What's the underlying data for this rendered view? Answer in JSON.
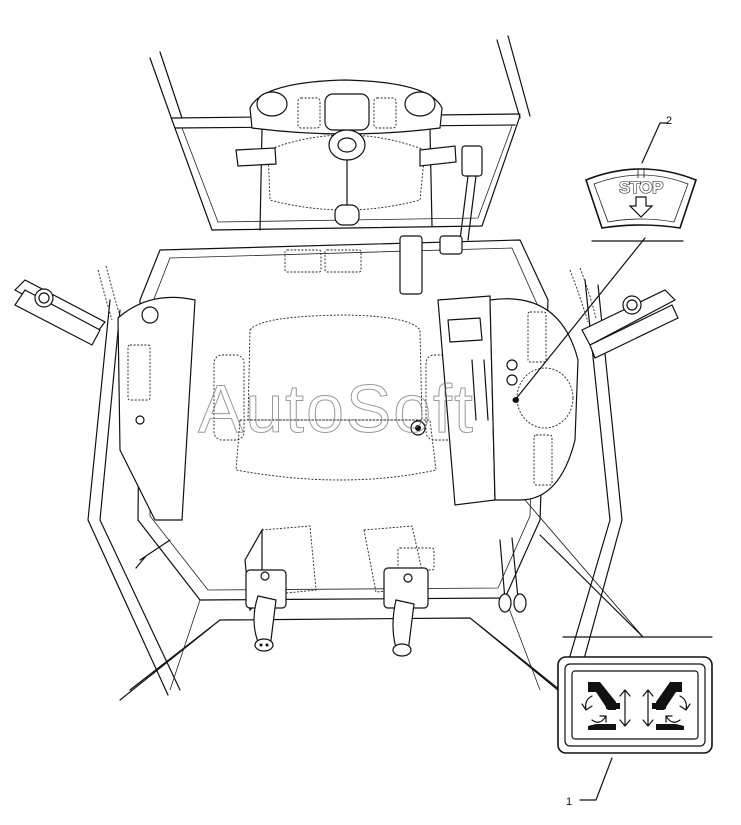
{
  "watermark": "AutoSoft",
  "callouts": [
    {
      "number": "1",
      "name": "implement-control-pattern-decal"
    },
    {
      "number": "2",
      "name": "stop-decal"
    }
  ],
  "stop_decal": {
    "text": "STOP"
  },
  "icons": [
    "stop-arrow-icon",
    "boom-arm-left-icon",
    "boom-arm-right-icon",
    "up-down-arrow-icon"
  ]
}
